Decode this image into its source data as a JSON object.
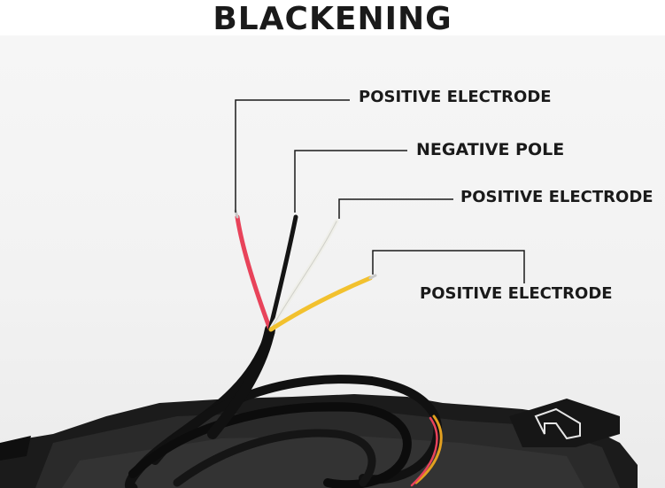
{
  "title": "BLACKENING",
  "labels": [
    {
      "text": "POSITIVE ELECTRODE",
      "wire_color": "red"
    },
    {
      "text": "NEGATIVE POLE",
      "wire_color": "black"
    },
    {
      "text": "POSITIVE ELECTRODE",
      "wire_color": "white"
    },
    {
      "text": "POSITIVE ELECTRODE",
      "wire_color": "yellow"
    }
  ],
  "colors": {
    "wire_red": "#e8435a",
    "wire_black": "#141414",
    "wire_white": "#f4f4f0",
    "wire_yellow": "#f2c12e",
    "cable_sheath": "#111111",
    "housing": "#1b1b1b",
    "leader_line": "#1a1a1a"
  }
}
